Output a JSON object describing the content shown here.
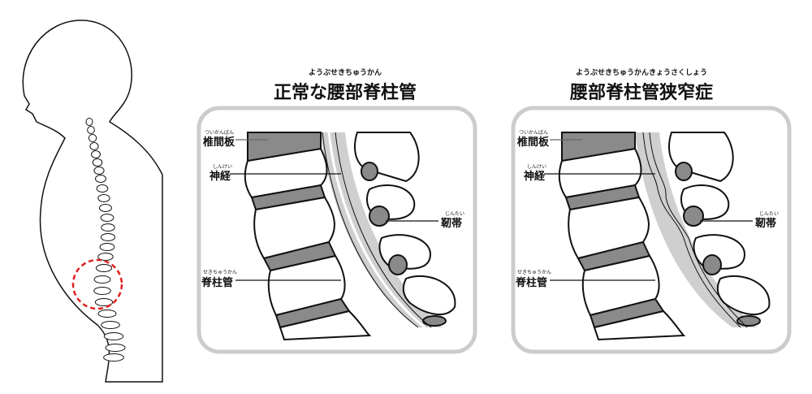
{
  "normal": {
    "title": "正常な腰部脊柱管",
    "title_ruby": "ようぶせきちゅうかん",
    "labels": {
      "disc": {
        "text": "椎間板",
        "ruby": "ついかんばん"
      },
      "nerve": {
        "text": "神経",
        "ruby": "しんけい"
      },
      "ligament": {
        "text": "靭帯",
        "ruby": "じんたい"
      },
      "canal": {
        "text": "脊柱管",
        "ruby": "せきちゅうかん"
      }
    }
  },
  "stenosis": {
    "title": "腰部脊柱管狭窄症",
    "title_ruby": "ようぶせきちゅうかんきょうさくしょう",
    "labels": {
      "disc": {
        "text": "椎間板",
        "ruby": "ついかんばん"
      },
      "nerve": {
        "text": "神経",
        "ruby": "しんけい"
      },
      "ligament": {
        "text": "靭帯",
        "ruby": "じんたい"
      },
      "canal": {
        "text": "脊柱管",
        "ruby": "せきちゅうかん"
      }
    }
  },
  "colors": {
    "highlight_circle": "#e02020",
    "disc": "#8a8a8a",
    "canal": "#cfcfcf",
    "panel_border": "#cccccc"
  }
}
